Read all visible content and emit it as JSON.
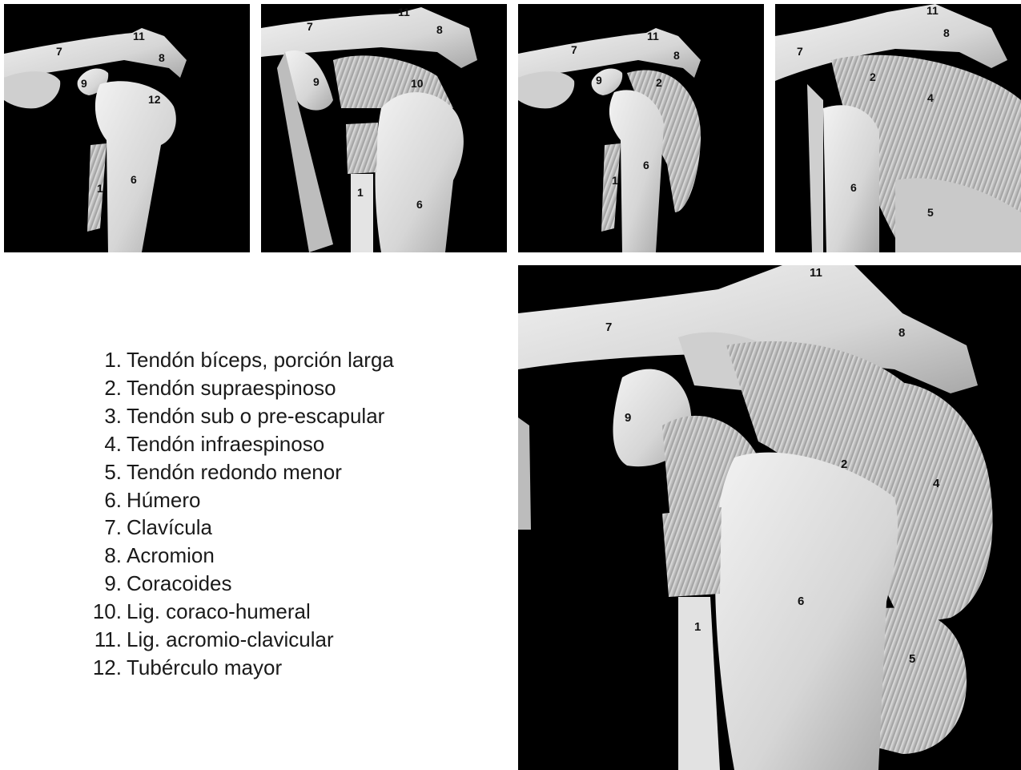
{
  "legend": [
    {
      "num": "1.",
      "text": "Tendón bíceps, porción larga"
    },
    {
      "num": "2.",
      "text": "Tendón supraespinoso"
    },
    {
      "num": "3.",
      "text": "Tendón sub o pre-escapular"
    },
    {
      "num": "4.",
      "text": "Tendón infraespinoso"
    },
    {
      "num": "5.",
      "text": "Tendón redondo menor"
    },
    {
      "num": "6.",
      "text": "Húmero"
    },
    {
      "num": "7.",
      "text": "Clavícula"
    },
    {
      "num": "8.",
      "text": "Acromion"
    },
    {
      "num": "9.",
      "text": "Coracoides"
    },
    {
      "num": "10.",
      "text": "Lig. coraco-humeral"
    },
    {
      "num": "11.",
      "text": "Lig. acromio-clavicular"
    },
    {
      "num": "12.",
      "text": "Tubérculo mayor"
    }
  ],
  "panels": [
    {
      "labels": [
        "7",
        "11",
        "8",
        "9",
        "12",
        "1",
        "6"
      ]
    },
    {
      "labels": [
        "7",
        "11",
        "8",
        "9",
        "10",
        "1",
        "6"
      ]
    },
    {
      "labels": [
        "7",
        "11",
        "8",
        "9",
        "2",
        "1",
        "6"
      ]
    },
    {
      "labels": [
        "7",
        "11",
        "8",
        "2",
        "4",
        "6",
        "5"
      ]
    },
    {
      "labels": [
        "7",
        "11",
        "8",
        "9",
        "2",
        "4",
        "6",
        "1",
        "5"
      ]
    }
  ],
  "colors": {
    "background": "#000000",
    "bone": "#dcdcdc",
    "tendon": "#b8b8b8",
    "label": "#111111"
  }
}
